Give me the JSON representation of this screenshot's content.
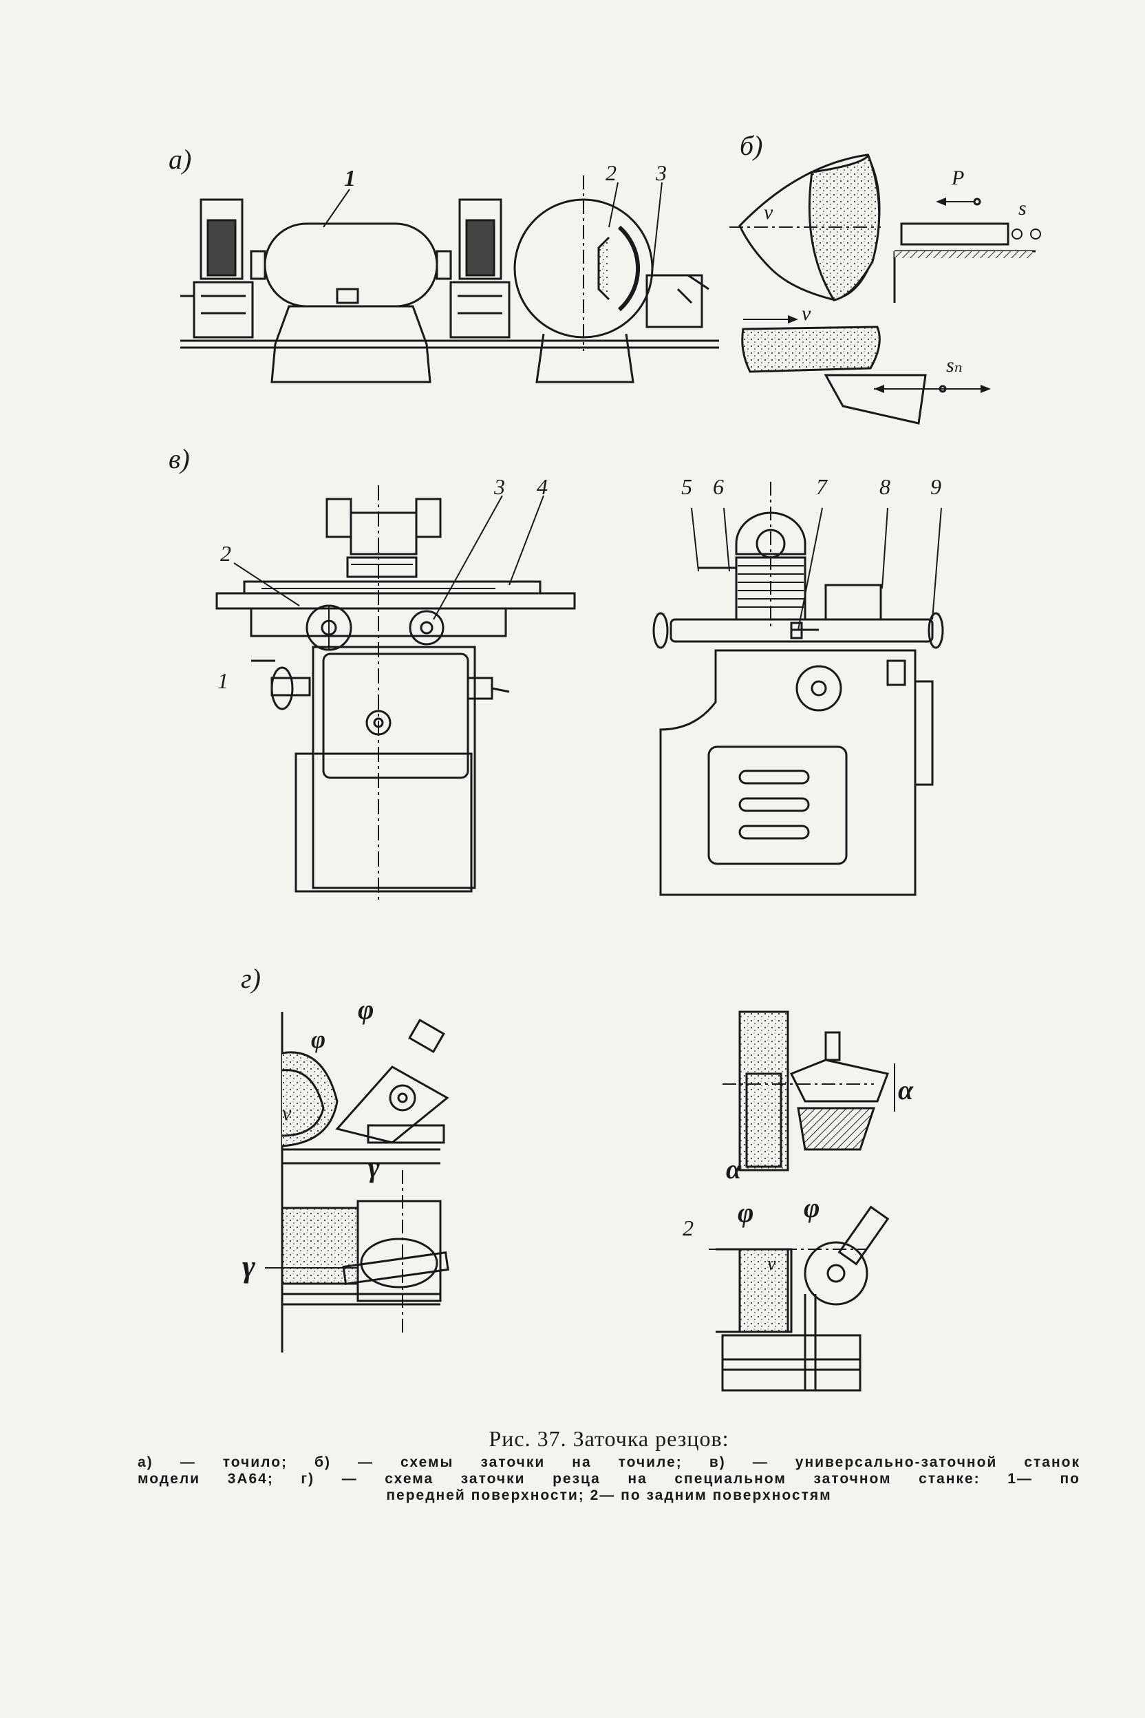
{
  "panels": {
    "a": {
      "label": "а)",
      "numbers": [
        "1",
        "2",
        "3"
      ]
    },
    "b": {
      "label": "б)",
      "symbols": {
        "v_top": "v",
        "force": "P",
        "feed": "s",
        "v_bottom": "v",
        "cross_feed": "sₙ"
      }
    },
    "v": {
      "label": "в)",
      "front_numbers": [
        "2",
        "3",
        "4",
        "1"
      ],
      "side_numbers": [
        "5",
        "6",
        "7",
        "8",
        "9"
      ]
    },
    "g": {
      "label": "г)",
      "symbols": {
        "phi_1": "φ",
        "phi_2": "φ",
        "v_1": "v",
        "gamma_1": "γ",
        "gamma_2": "γ",
        "alpha_1": "α",
        "alpha_2": "α",
        "phi_3": "φ",
        "phi_4": "φ",
        "v_2": "v",
        "num_2": "2"
      }
    }
  },
  "caption": {
    "title": "Рис. 37. Заточка резцов:",
    "line1": "а) — точило; б) — схемы заточки на точиле; в) — универсально-заточной станок",
    "line2": "модели 3А64; г) — схема заточки резца на специальном заточном станке: 1— по",
    "line3": "передней поверхности; 2— по задним поверхностям"
  }
}
